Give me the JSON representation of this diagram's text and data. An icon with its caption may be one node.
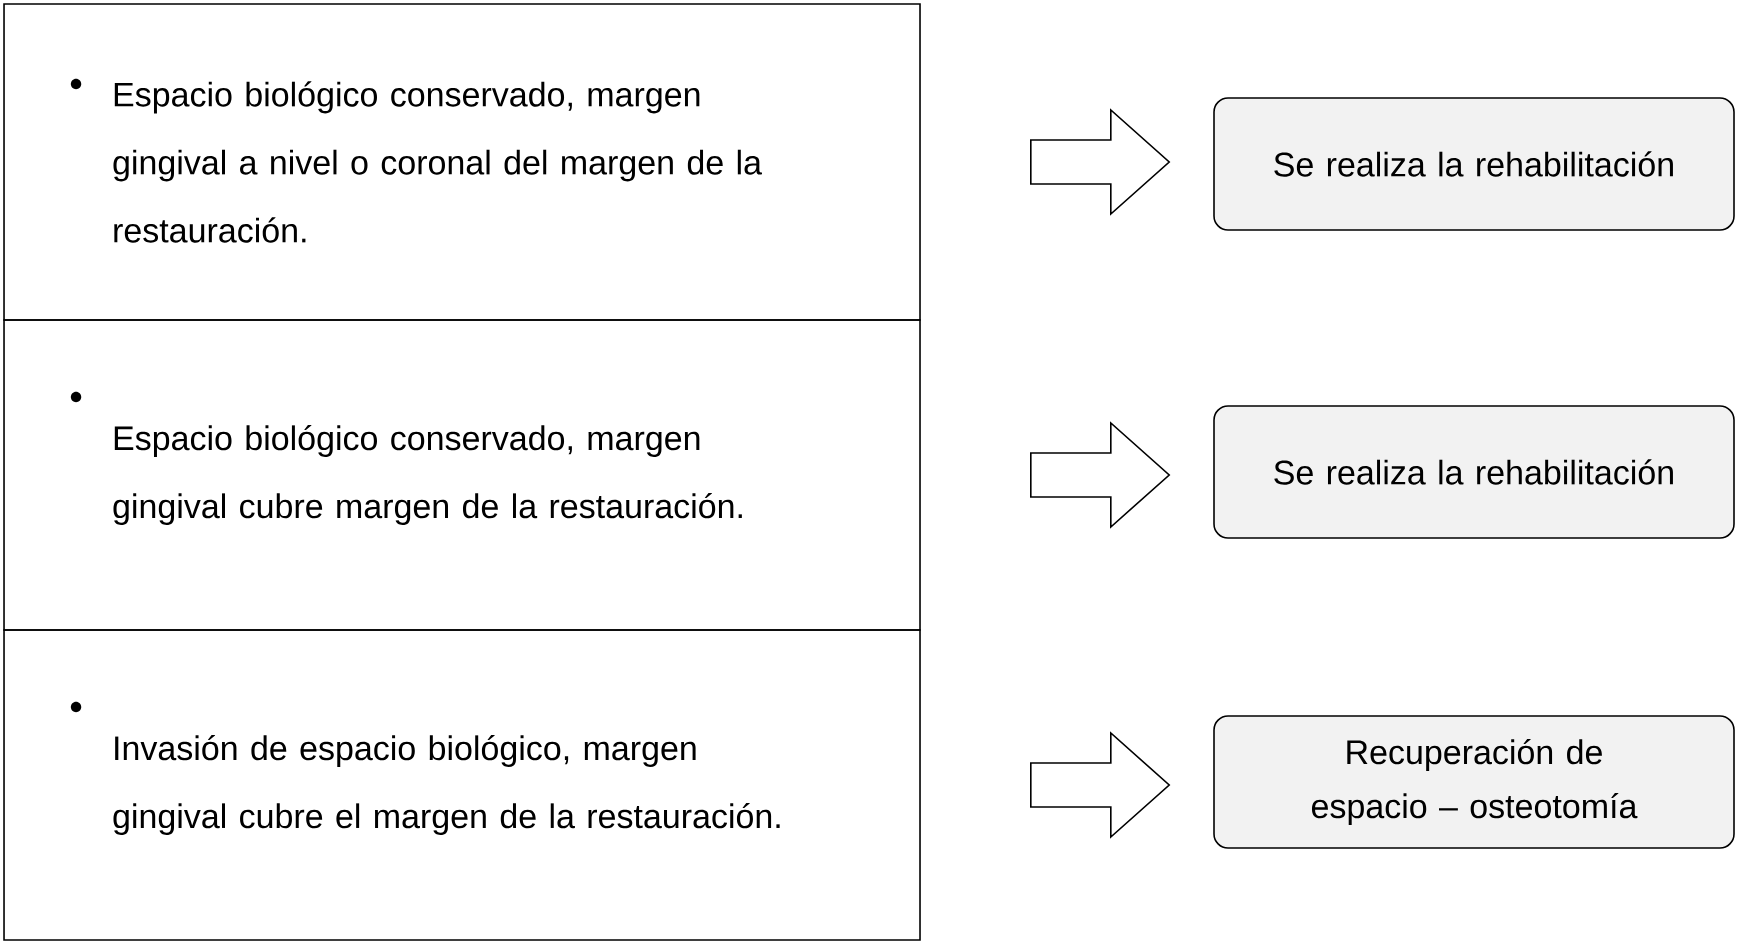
{
  "diagram": {
    "nodes": [
      {
        "text": [
          "Espacio biológico conservado, margen gingival a nivel o coronal del margen de la restauración."
        ]
      },
      {
        "text": [
          "Espacio biológico conservado, margen gingival cubre margen de la restauración."
        ]
      },
      {
        "text": [
          "Invasión de espacio biológico, margen gingival cubre el margen de la restauración."
        ]
      },
      {
        "text": [
          "Se realiza la rehabilitación"
        ]
      },
      {
        "text": [
          "Se realiza la rehabilitación"
        ]
      },
      {
        "text": [
          "Recuperación de espacio – osteotomía"
        ]
      }
    ],
    "edges": [
      {
        "from": 0,
        "to": 3,
        "arrow": "to"
      },
      {
        "from": 1,
        "to": 4,
        "arrow": "to"
      },
      {
        "from": 2,
        "to": 5,
        "arrow": "to"
      }
    ]
  }
}
